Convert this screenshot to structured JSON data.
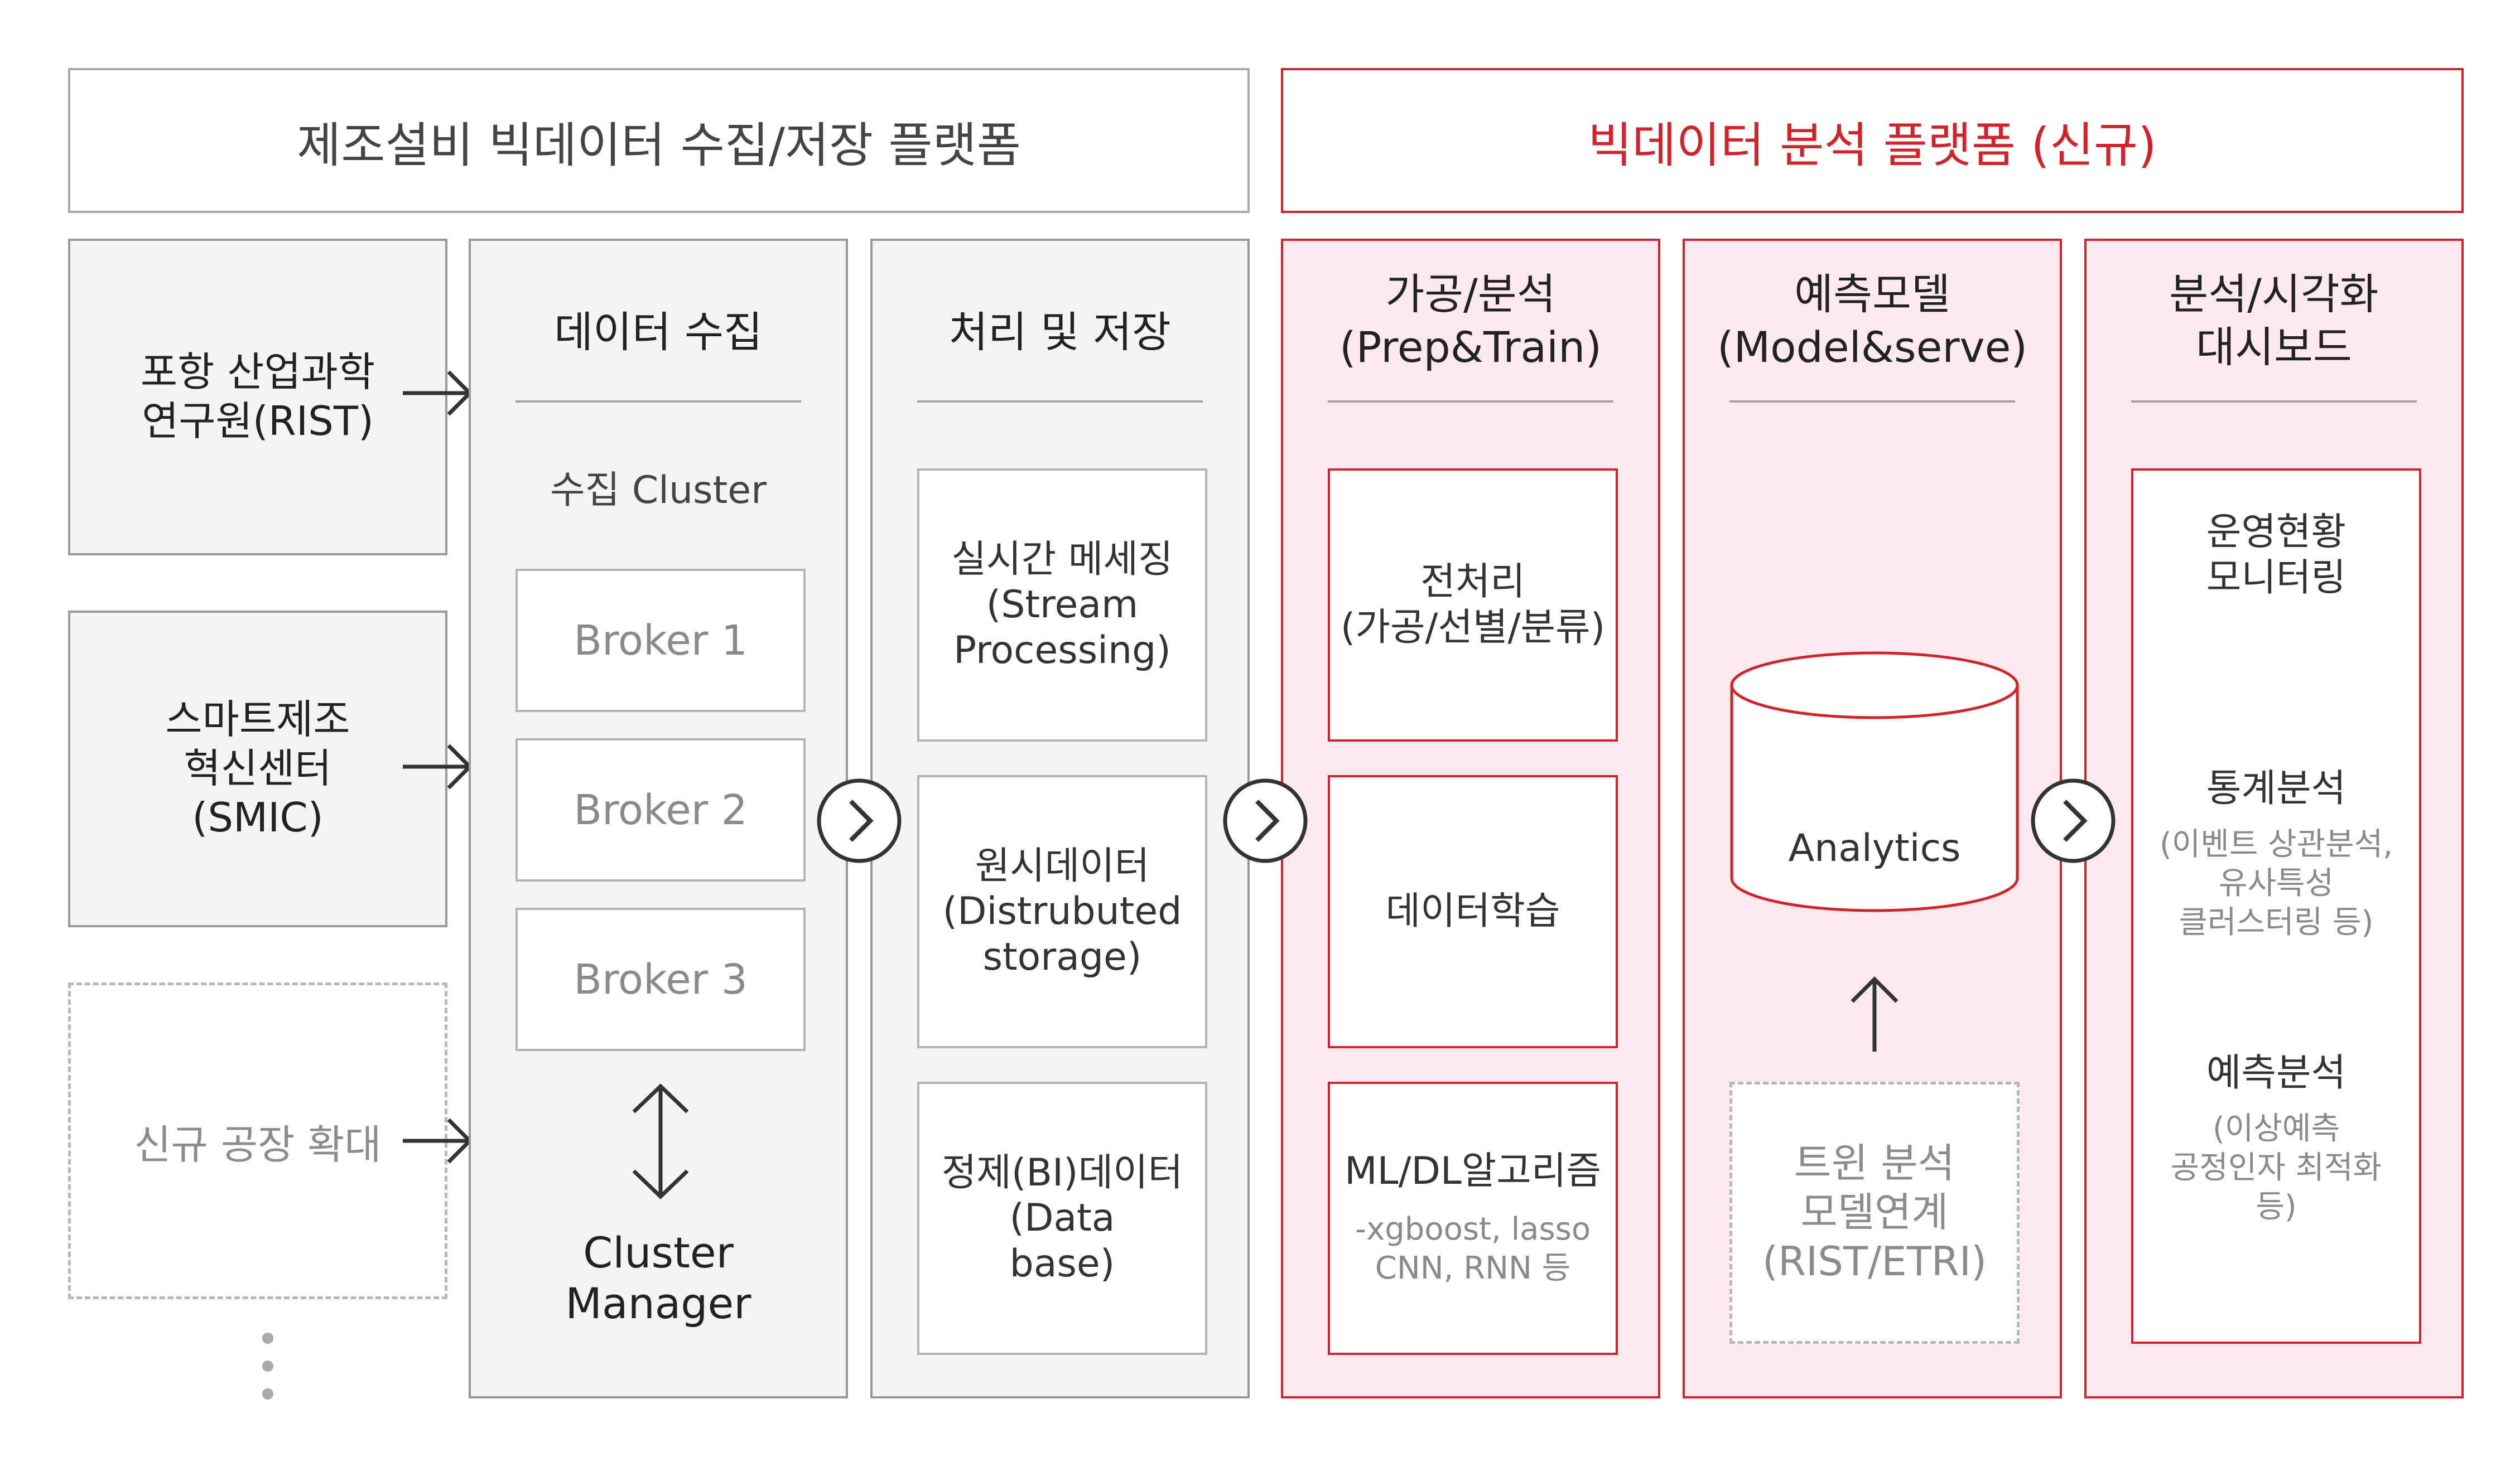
{
  "banners": {
    "left": "제조설비 빅데이터 수집/저장 플랫폼",
    "right": "빅데이터 분석 플랫폼 (신규)"
  },
  "sources": [
    {
      "lines": [
        "포항 산업과학",
        "연구원(RIST)"
      ]
    },
    {
      "lines": [
        "스마트제조",
        "혁신센터",
        "(SMIC)"
      ]
    },
    {
      "lines": [
        "신규 공장 확대"
      ]
    }
  ],
  "collect": {
    "title": "데이터 수집",
    "cluster_label": "수집 Cluster",
    "brokers": [
      "Broker 1",
      "Broker 2",
      "Broker 3"
    ],
    "manager_lines": [
      "Cluster",
      "Manager"
    ]
  },
  "storage": {
    "title": "처리 및 저장",
    "boxes": [
      {
        "lines": [
          "실시간 메세징",
          "(Stream",
          "Processing)"
        ]
      },
      {
        "lines": [
          "원시데이터",
          "(Distrubuted",
          "storage)"
        ]
      },
      {
        "lines": [
          "정제(BI)데이터",
          "(Data",
          "base)"
        ]
      }
    ]
  },
  "prep": {
    "title_lines": [
      "가공/분석",
      "(Prep&Train)"
    ],
    "boxes": [
      {
        "lines": [
          "전처리",
          "(가공/선별/분류)"
        ],
        "sub": []
      },
      {
        "lines": [
          "데이터학습"
        ],
        "sub": []
      },
      {
        "lines": [
          "ML/DL알고리즘"
        ],
        "sub": [
          "-xgboost, lasso",
          "CNN, RNN 등"
        ]
      }
    ]
  },
  "model": {
    "title_lines": [
      "예측모델",
      "(Model&serve)"
    ],
    "cylinder_label": "Analytics",
    "twin_lines": [
      "트윈 분석",
      "모델연계",
      "(RIST/ETRI)"
    ]
  },
  "dashboard": {
    "title_lines": [
      "분석/시각화",
      "대시보드"
    ],
    "items": [
      {
        "lines": [
          "운영현황",
          "모니터링"
        ],
        "sub": []
      },
      {
        "lines": [
          "통계분석"
        ],
        "sub": [
          "(이벤트 상관분석,",
          "유사특성",
          "클러스터링 등)"
        ]
      },
      {
        "lines": [
          "예측분석"
        ],
        "sub": [
          "(이상예측",
          "공정인자 최적화",
          "등)"
        ]
      }
    ]
  },
  "colors": {
    "accent": "#d2232a",
    "accent_bg": "#fbeaed",
    "gray_border": "#999999",
    "gray_bg": "#f4f4f4"
  },
  "icons": {
    "chevron": "chevron-right-circle-icon",
    "arrow_right": "arrow-right-icon",
    "arrow_up": "arrow-up-icon",
    "arrow_updown": "arrow-up-down-icon",
    "ellipsis": "vertical-ellipsis-icon"
  }
}
